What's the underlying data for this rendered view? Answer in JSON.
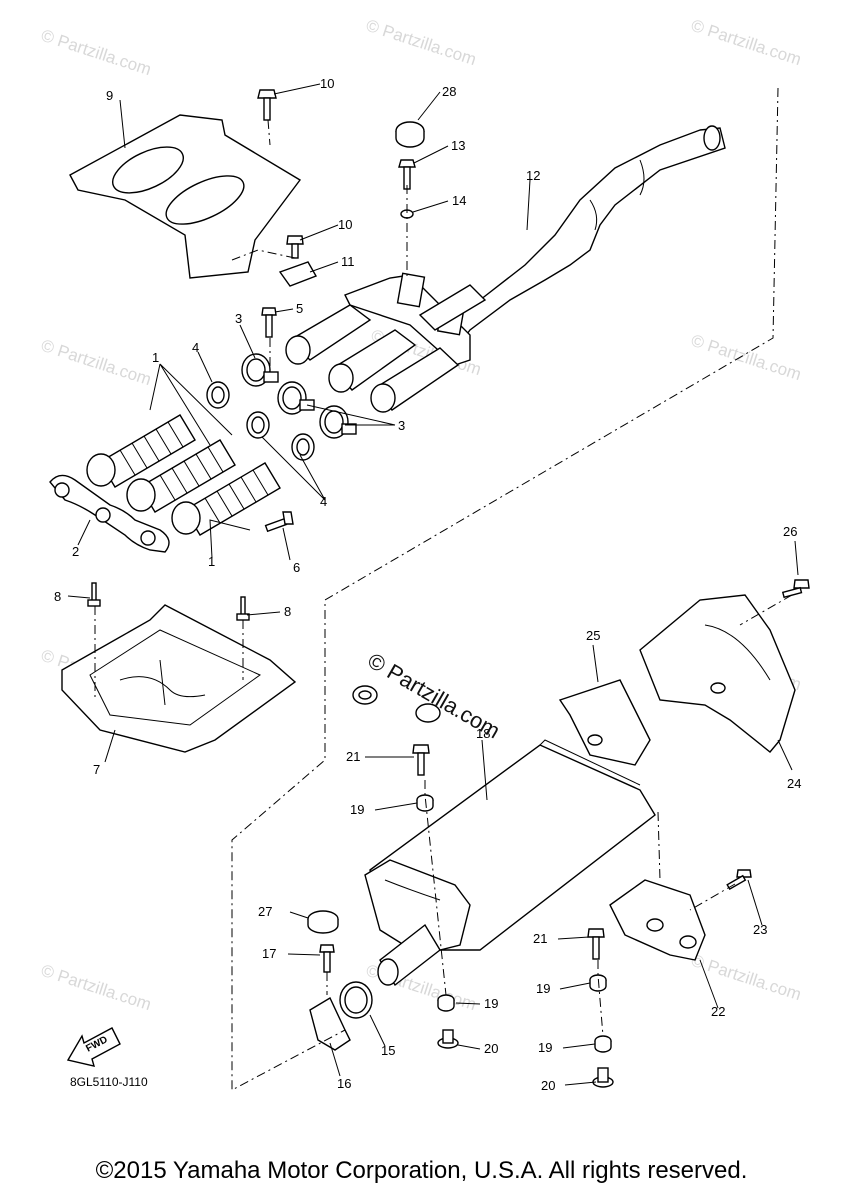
{
  "watermark": {
    "text": "© Partzilla.com",
    "main": "© Partzilla.com"
  },
  "diagram_code": "8GL5110-J110",
  "fwd_label": "FWD",
  "copyright": "©2015 Yamaha Motor Corporation, U.S.A. All rights reserved.",
  "callouts": [
    "1",
    "1",
    "2",
    "3",
    "3",
    "4",
    "4",
    "5",
    "6",
    "7",
    "8",
    "8",
    "9",
    "10",
    "10",
    "11",
    "12",
    "13",
    "14",
    "15",
    "16",
    "17",
    "18",
    "19",
    "19",
    "19",
    "19",
    "20",
    "20",
    "21",
    "21",
    "22",
    "23",
    "24",
    "25",
    "26",
    "27",
    "28"
  ]
}
